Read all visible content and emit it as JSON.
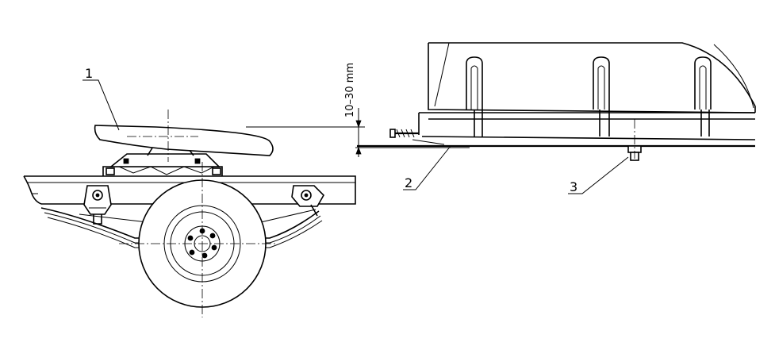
{
  "diagram": {
    "callouts": [
      {
        "id": "1",
        "label": "1"
      },
      {
        "id": "2",
        "label": "2"
      },
      {
        "id": "3",
        "label": "3"
      }
    ],
    "dimension": {
      "text": "10–30 mm"
    }
  }
}
